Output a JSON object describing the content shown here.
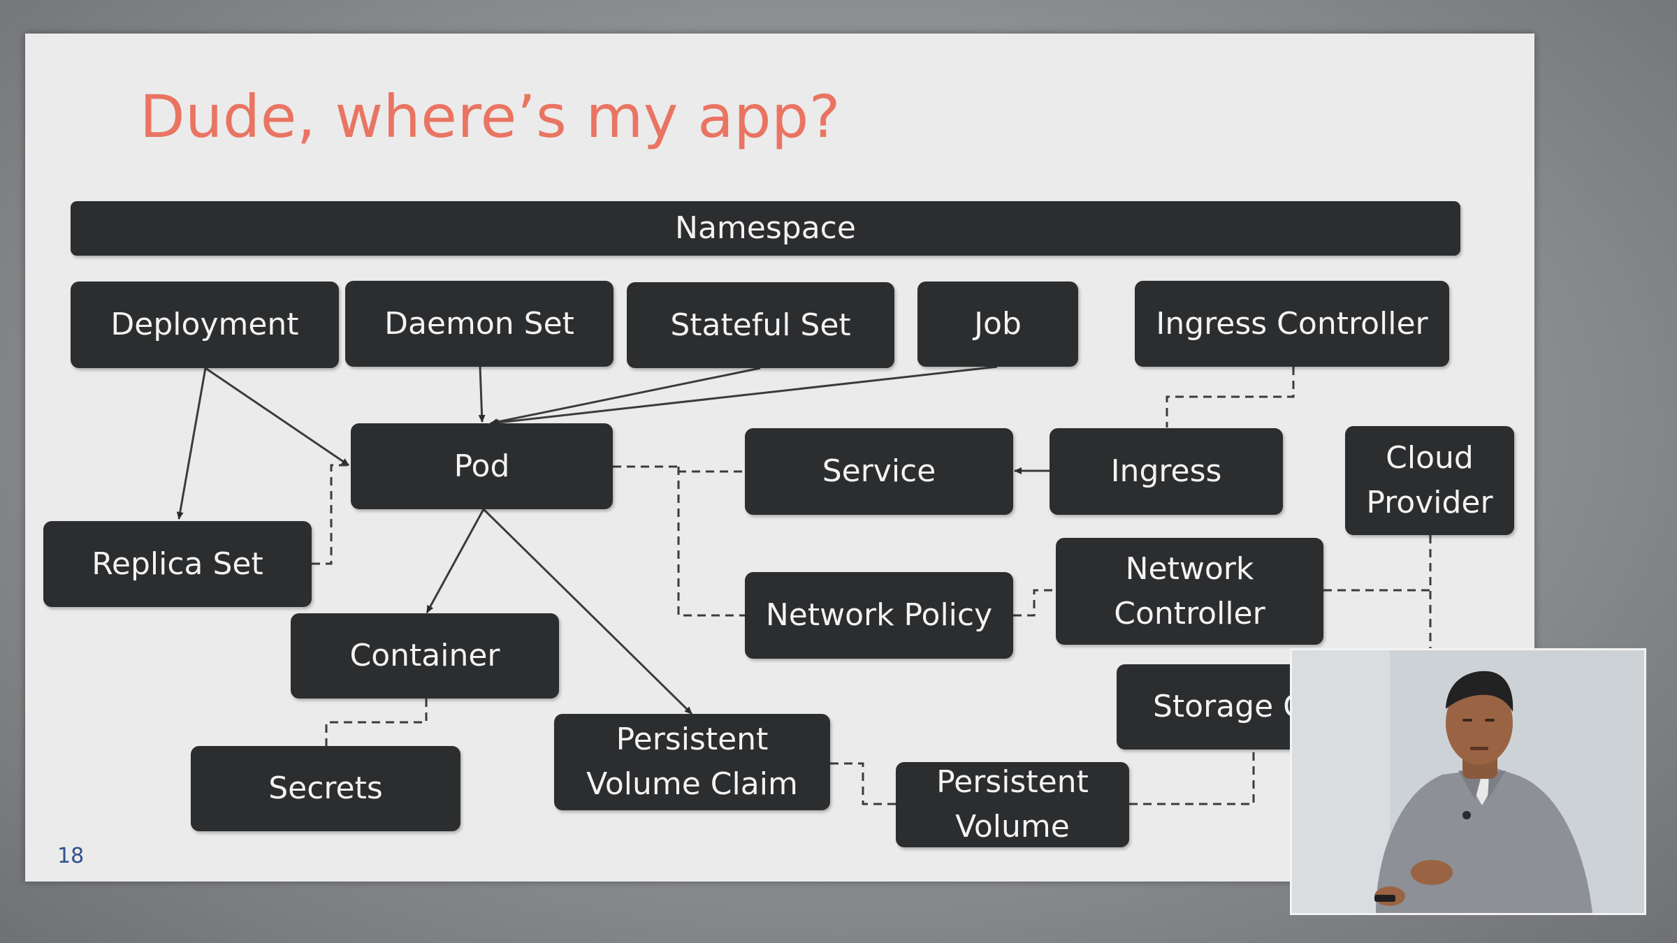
{
  "slide": {
    "title": "Dude, where’s my app?",
    "page_number": "18"
  },
  "nodes": {
    "namespace": "Namespace",
    "deployment": "Deployment",
    "daemon_set": "Daemon Set",
    "stateful_set": "Stateful Set",
    "job": "Job",
    "ingress_controller": "Ingress Controller",
    "pod": "Pod",
    "service": "Service",
    "ingress": "Ingress",
    "cloud_provider": "Cloud\nProvider",
    "replica_set": "Replica Set",
    "network_policy": "Network Policy",
    "network_controller": "Network\nController",
    "container": "Container",
    "storage_class": "Storage C",
    "secrets": "Secrets",
    "persistent_volume_claim": "Persistent\nVolume Claim",
    "persistent_volume": "Persistent\nVolume"
  },
  "colors": {
    "title": "#ea7462",
    "box_fill": "#2c2d2f",
    "box_text": "#f3f3f3",
    "slide_bg": "#ebebeb",
    "page_number": "#2f4f8c"
  }
}
